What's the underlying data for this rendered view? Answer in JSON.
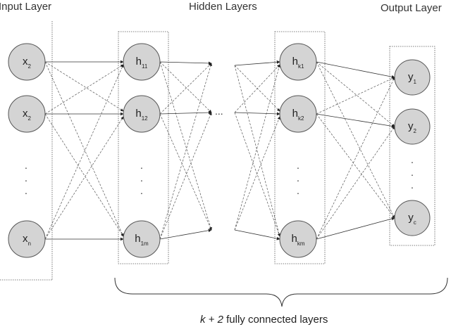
{
  "labels": {
    "input_layer": "Input Layer",
    "hidden_layers": "Hidden Layers",
    "output_layer": "Output Layer",
    "caption_italic": "k + 2",
    "caption_rest": " fully connected layers",
    "ellipsis": "..."
  },
  "nodes": {
    "input": [
      {
        "main": "x",
        "sub": "2"
      },
      {
        "main": "x",
        "sub": "2"
      },
      {
        "main": "x",
        "sub": "n"
      }
    ],
    "hidden_first": [
      {
        "main": "h",
        "sub": "11"
      },
      {
        "main": "h",
        "sub": "12"
      },
      {
        "main": "h",
        "sub": "1m"
      }
    ],
    "hidden_last": [
      {
        "main": "h",
        "sub": "k1"
      },
      {
        "main": "h",
        "sub": "k2"
      },
      {
        "main": "h",
        "sub": "km"
      }
    ],
    "output": [
      {
        "main": "y",
        "sub": "1"
      },
      {
        "main": "y",
        "sub": "2"
      },
      {
        "main": "y",
        "sub": "c"
      }
    ]
  },
  "colors": {
    "node_fill": "#d4d4d4",
    "node_stroke": "#555555",
    "edge": "#333333"
  }
}
